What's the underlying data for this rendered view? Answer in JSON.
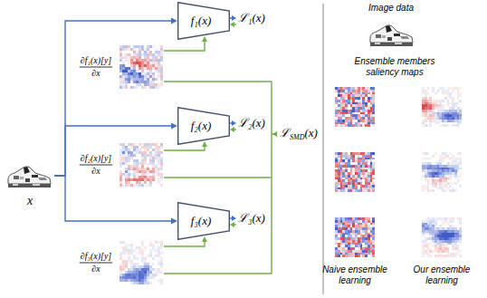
{
  "diagram": {
    "nodes": [
      {
        "text": [
          "x"
        ]
      },
      {
        "text": [
          "f₁(x)"
        ]
      },
      {
        "text": [
          "f₂(x)"
        ]
      },
      {
        "text": [
          "f₃(x)"
        ]
      }
    ],
    "edges": [
      {
        "from": 0,
        "to": 1,
        "arrow": "to"
      },
      {
        "from": 0,
        "to": 2,
        "arrow": "to"
      },
      {
        "from": 0,
        "to": 3,
        "arrow": "to"
      }
    ],
    "labels": [
      "ℒ₁(x)",
      "ℒ₂(x)",
      "ℒ₃(x)",
      "∂f₁(x)[y]",
      "∂x",
      "∂f₂(x)[y]",
      "∂x",
      "∂f₃(x)[y]",
      "∂x",
      "ℒ",
      "SMD",
      "(x)",
      "Image data",
      "Ensemble members saliency maps",
      "Naive ensemble learning",
      "Our ensemble learning"
    ]
  }
}
